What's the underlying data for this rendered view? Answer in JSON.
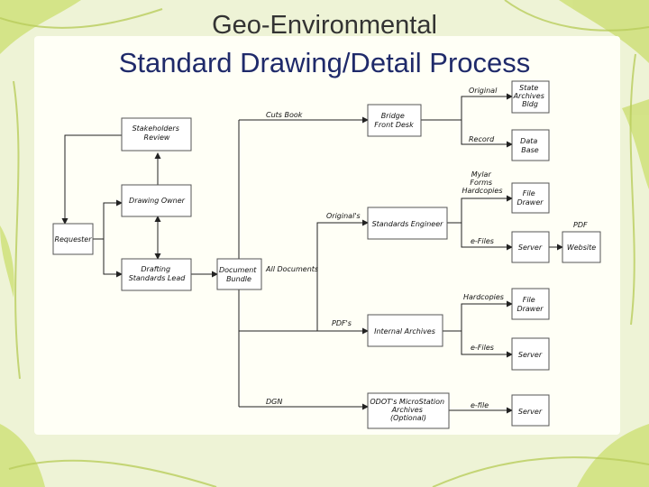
{
  "title": {
    "line1": "Geo-Environmental",
    "line2": "Standard Drawing/Detail Process"
  },
  "colors": {
    "background": "#eef3d6",
    "panel": "#fffff6",
    "vine_leaf": "#cfe07a",
    "title_dark": "#1f2a6a"
  },
  "nodes": {
    "stakeholders_review": [
      "Stakeholders",
      "Review"
    ],
    "drawing_owner": [
      "Drawing Owner"
    ],
    "requester": [
      "Requester"
    ],
    "drafting_standards_lead": [
      "Drafting",
      "Standards Lead"
    ],
    "document_bundle": [
      "Document",
      "Bundle"
    ],
    "bridge_front_desk": [
      "Bridge",
      "Front Desk"
    ],
    "standards_engineer": [
      "Standards Engineer"
    ],
    "internal_archives": [
      "Internal Archives"
    ],
    "odot_microstation_archives": [
      "ODOT's MicroStation",
      "Archives",
      "(Optional)"
    ],
    "state_archives_bldg": [
      "State",
      "Archives",
      "Bldg"
    ],
    "data_base": [
      "Data",
      "Base"
    ],
    "file_drawer_1": [
      "File",
      "Drawer"
    ],
    "server_1": [
      "Server"
    ],
    "website": [
      "Website"
    ],
    "file_drawer_2": [
      "File",
      "Drawer"
    ],
    "server_2": [
      "Server"
    ],
    "server_3": [
      "Server"
    ]
  },
  "labels": {
    "cuts_book": "Cuts Book",
    "originals_top": "Original",
    "record": "Record",
    "mylar_forms_hardcopies": [
      "Mylar",
      "Forms",
      "Hardcopies"
    ],
    "originals_mid": "Original's",
    "e_files_1": "e-Files",
    "pdf_website": "PDF",
    "all_documents": "All Documents",
    "hardcopies": "Hardcopies",
    "pdfs": "PDF's",
    "e_files_2": "e-Files",
    "dgn": "DGN",
    "e_file": "e-file"
  }
}
